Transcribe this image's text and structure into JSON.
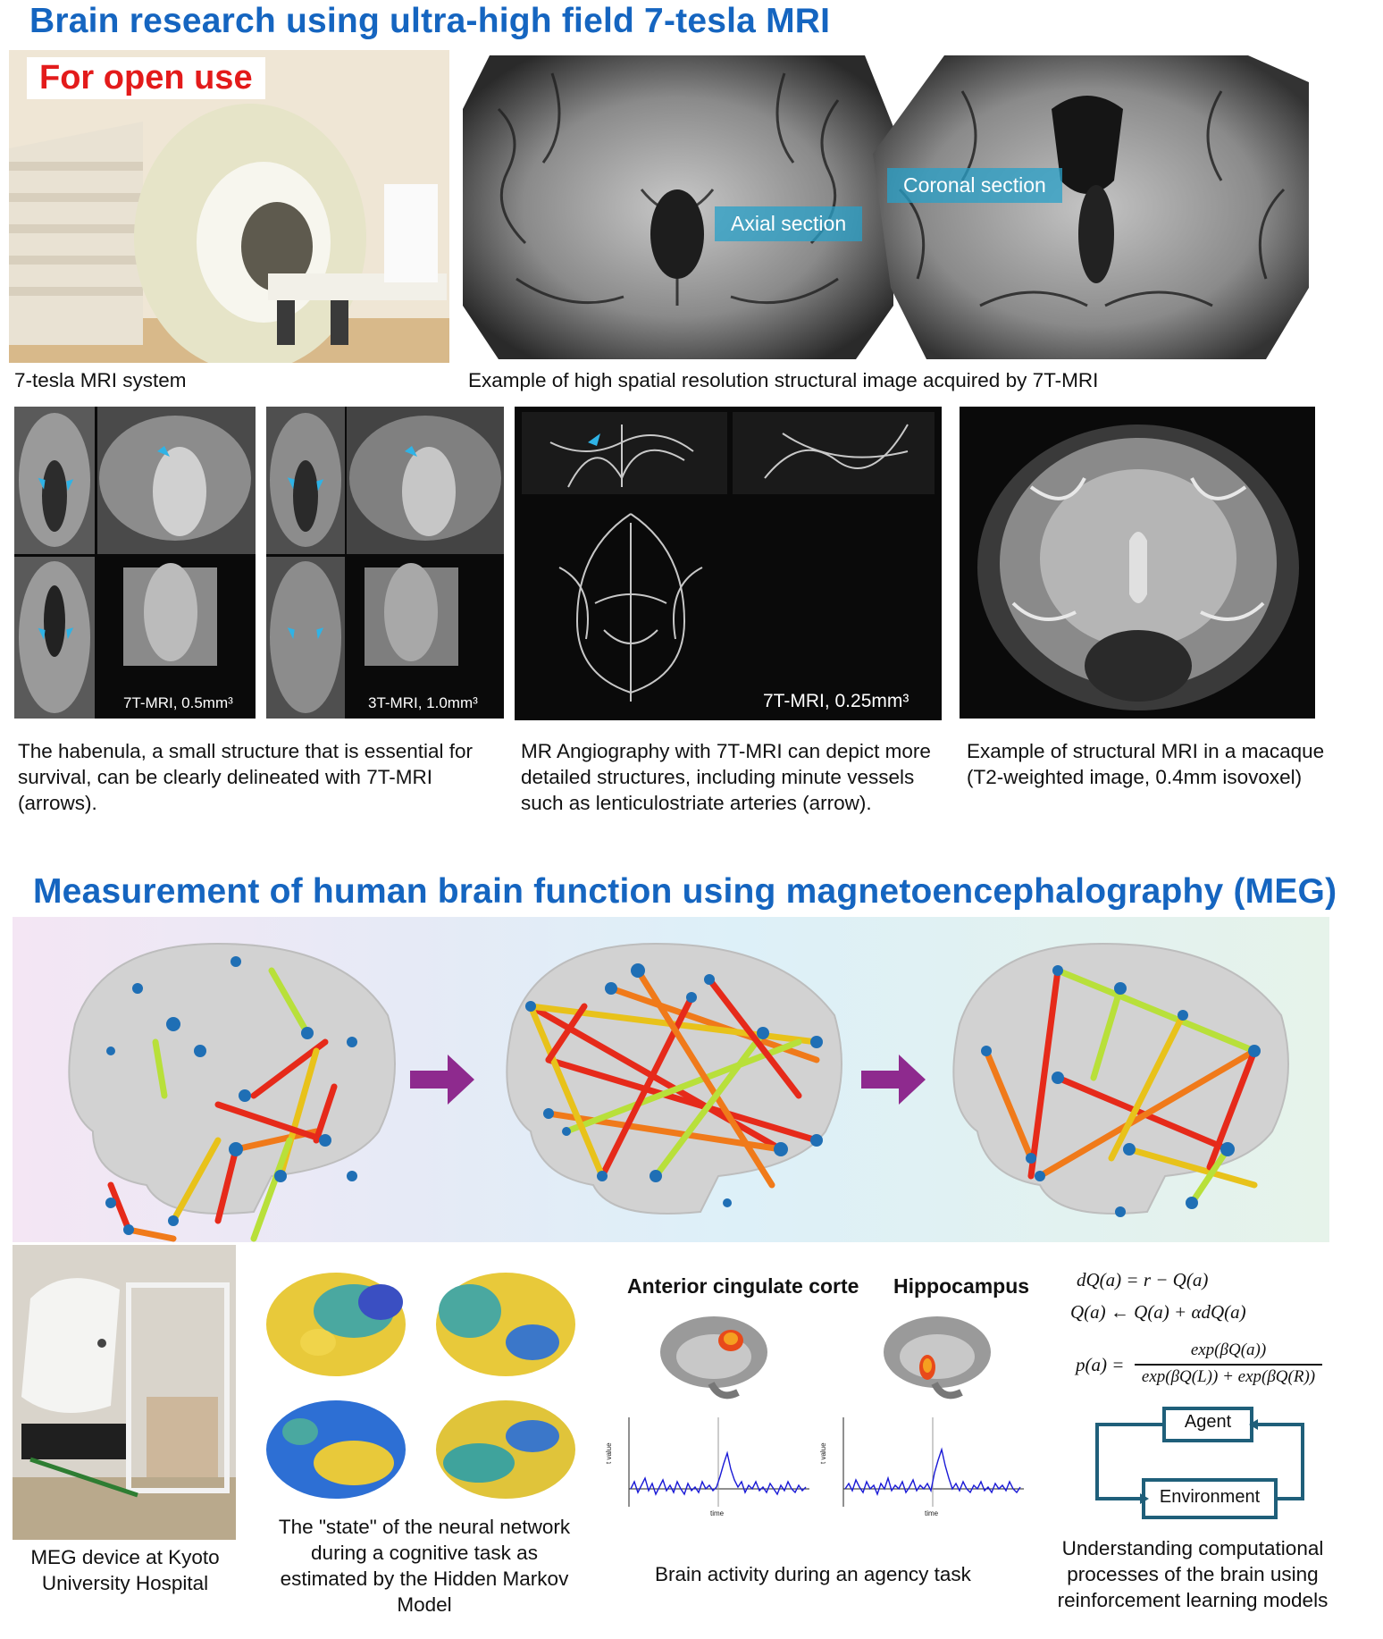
{
  "section1": {
    "title": "Brain research using ultra-high field 7-tesla MRI",
    "open_use_badge": "For open use",
    "mri_system_caption": "7-tesla MRI system",
    "structural_caption": "Example of high spatial resolution structural image acquired by 7T-MRI",
    "coronal_label": "Coronal section",
    "axial_label": "Axial section",
    "habenula_7t_label": "7T-MRI, 0.5mm³",
    "habenula_3t_label": "3T-MRI, 1.0mm³",
    "angio_label": "7T-MRI, 0.25mm³",
    "habenula_caption": "The habenula, a small structure that is essential for survival, can be clearly delineated with 7T-MRI (arrows).",
    "angio_caption": "MR Angiography with 7T-MRI can depict more detailed structures, including minute vessels such as lenticulostriate arteries (arrow).",
    "macaque_caption_1": "Example of structural MRI in a macaque",
    "macaque_caption_2": "(T2-weighted image, 0.4mm isovoxel)"
  },
  "section2": {
    "title": "Measurement of human brain function using magnetoencephalography (MEG)",
    "meg_caption": "MEG device at Kyoto University Hospital",
    "hmm_caption": "The \"state\" of the neural network during a cognitive task as estimated by the Hidden Markov Model",
    "acc_label": "Anterior cingulate corte",
    "hippo_label": "Hippocampus",
    "plot_ylabel": "t value",
    "plot_xlabel": "time",
    "agency_caption": "Brain activity during an agency task",
    "eq1": "dQ(a) = r − Q(a)",
    "eq2": "Q(a) ← Q(a) + αdQ(a)",
    "eq3_lhs": "p(a) =",
    "eq3_num": "exp(βQ(a))",
    "eq3_den": "exp(βQ(L)) + exp(βQ(R))",
    "agent_label": "Agent",
    "environment_label": "Environment",
    "rl_caption": "Understanding computational processes of the brain using reinforcement learning models"
  },
  "colors": {
    "title_blue": "#1565c0",
    "badge_red": "#e31b1b",
    "arrow_purple": "#8e2a8e",
    "rl_box": "#1f5f7a",
    "plot_line": "#1a1ad6"
  }
}
